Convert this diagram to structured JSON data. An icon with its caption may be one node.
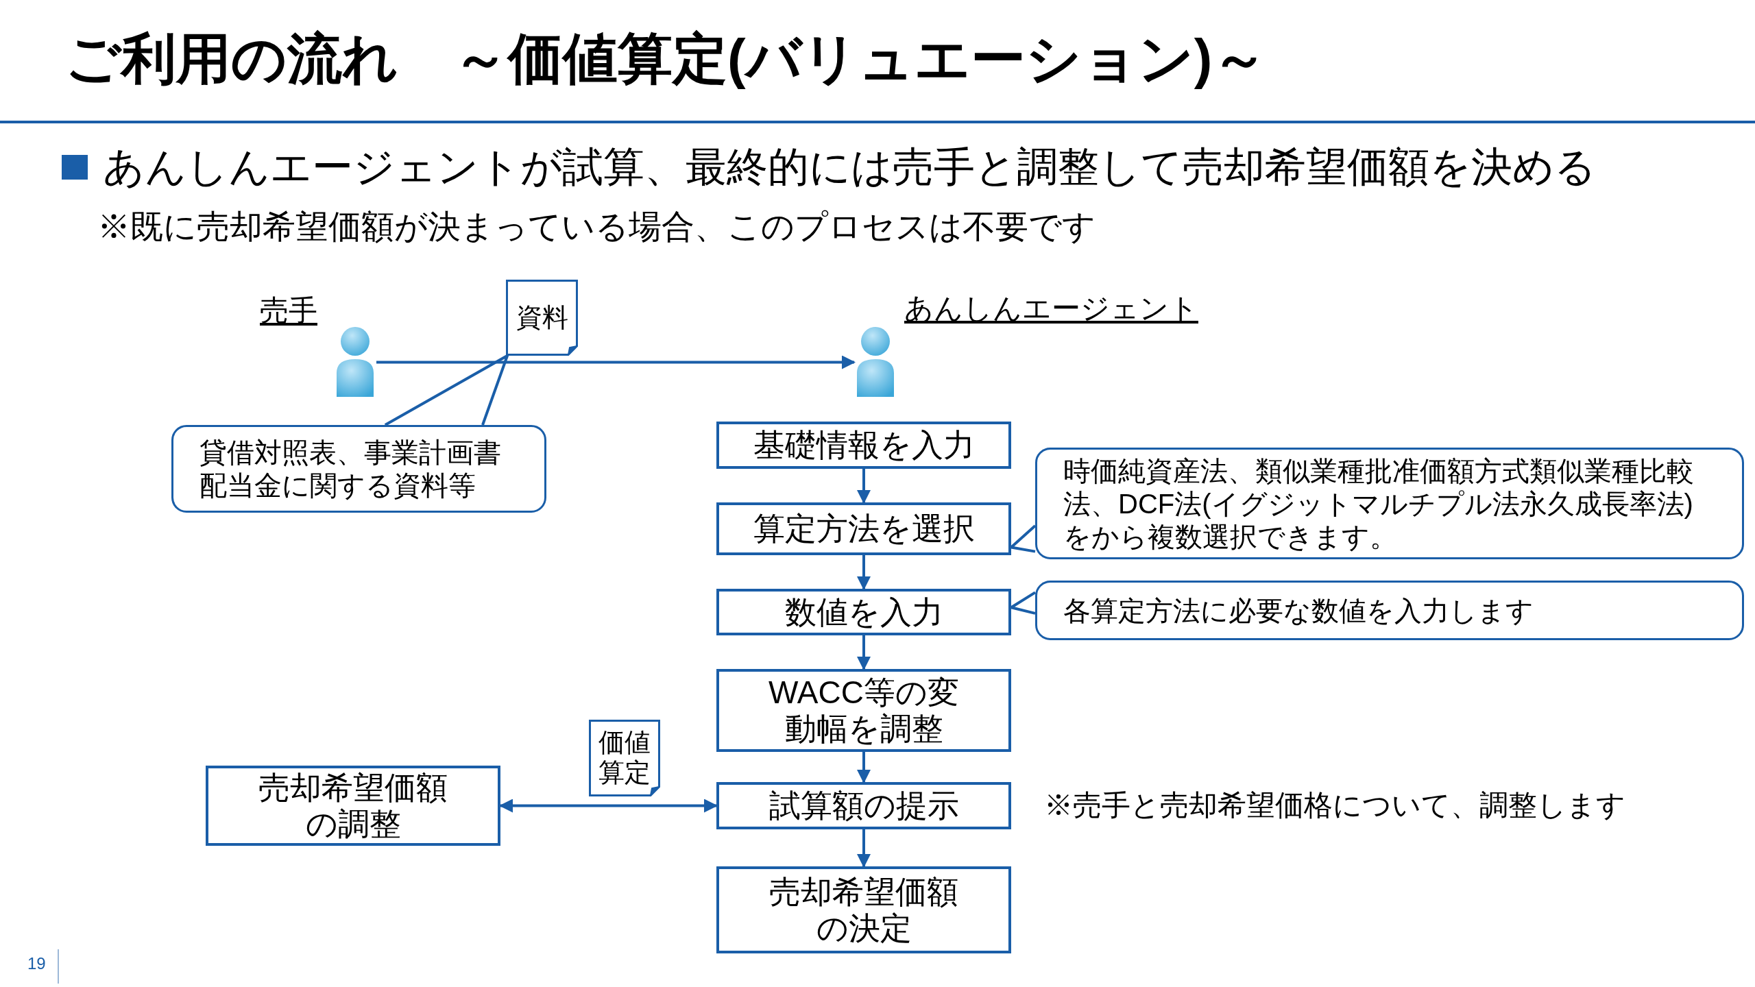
{
  "diagram": {
    "title": "ご利用の流れ　～価値算定(バリュエーション)～",
    "nodes": [
      {
        "text": [],
        "shape": "person",
        "beside": [
          "売手"
        ]
      },
      {
        "text": [
          "資料"
        ]
      },
      {
        "text": [],
        "shape": "person",
        "beside": [
          "あんしんエージェント"
        ]
      },
      {
        "text": [
          "貸借対照表、事業計画書配当金に関する資料等"
        ]
      },
      {
        "text": [
          "基礎情報を入力"
        ]
      },
      {
        "text": [
          "算定方法を選択"
        ]
      },
      {
        "text": [
          "数値を入力"
        ]
      },
      {
        "text": [
          "WACC等の変動幅を調整"
        ]
      },
      {
        "text": [
          "試算額の提示"
        ]
      },
      {
        "text": [
          "売却希望価額の決定"
        ]
      },
      {
        "text": [
          "時価純資産法、類似業種批准価額方式類似業種比較法、DCF法(イグジットマルチプル法永久成長率法)をから複数選択できます。"
        ]
      },
      {
        "text": [
          "各算定方法に必要な数値を入力します"
        ]
      },
      {
        "text": [
          "売却希望価額の調整"
        ]
      },
      {
        "text": [
          "価値算定"
        ]
      }
    ],
    "edges": [
      {
        "from": 0,
        "to": 2,
        "arrow": "to"
      },
      {
        "from": 3,
        "to": 1,
        "arrow": "none"
      },
      {
        "from": 4,
        "to": 5,
        "arrow": "to"
      },
      {
        "from": 5,
        "to": 6,
        "arrow": "to"
      },
      {
        "from": 6,
        "to": 7,
        "arrow": "to"
      },
      {
        "from": 7,
        "to": 8,
        "arrow": "to"
      },
      {
        "from": 8,
        "to": 9,
        "arrow": "to"
      },
      {
        "from": 10,
        "to": 5,
        "arrow": "none"
      },
      {
        "from": 11,
        "to": 6,
        "arrow": "none"
      },
      {
        "from": 12,
        "to": 8,
        "arrow": "both"
      }
    ],
    "labels": [
      "あんしんエージェントが試算、最終的には売手と調整して売却希望価額を決める",
      "※既に売却希望価額が決まっている場合、このプロセスは不要です",
      "※売手と売却希望価格について、調整します",
      "19"
    ]
  }
}
